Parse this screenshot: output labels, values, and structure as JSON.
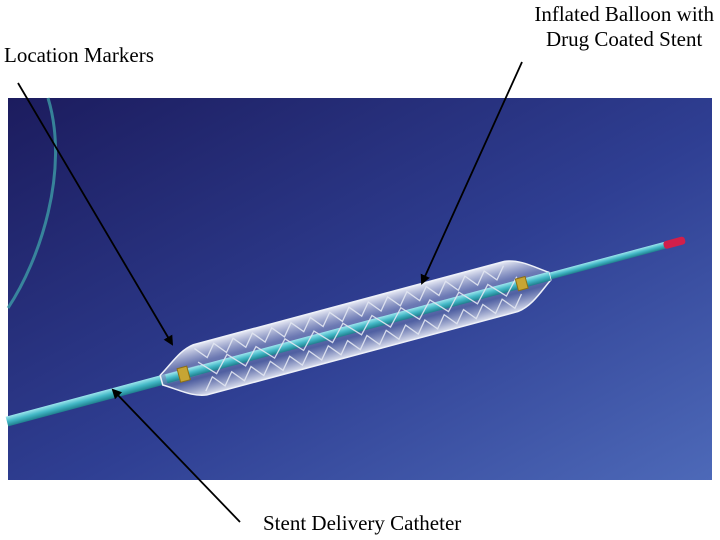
{
  "labels": {
    "location_markers": "Location Markers",
    "balloon_line1": "Inflated Balloon with",
    "balloon_line2": "Drug Coated Stent",
    "catheter": "Stent Delivery Catheter"
  },
  "colors": {
    "background_dark": "#1c1c5e",
    "background_light": "#4d69b8",
    "catheter": "#43b8c6",
    "stent": "#d6dbe8",
    "marker": "#c7a534",
    "tip": "#d21f4a",
    "arrow": "#000000"
  },
  "icons": [
    "stent-catheter-photo",
    "location-marker-icon",
    "balloon-icon",
    "pointer-arrow-icon"
  ]
}
